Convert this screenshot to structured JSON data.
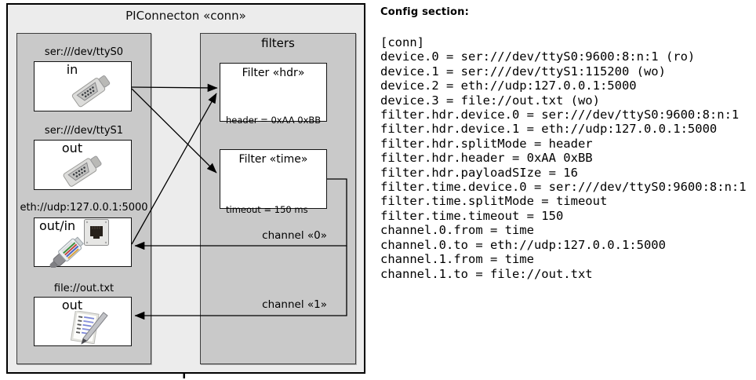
{
  "diagram": {
    "title": "PIConnecton «conn»",
    "filters_panel_title": "filters",
    "devices": [
      {
        "label": "ser:///dev/ttyS0",
        "direction": "in"
      },
      {
        "label": "ser:///dev/ttyS1",
        "direction": "out"
      },
      {
        "label": "eth://udp:127.0.0.1:5000",
        "direction": "out/in"
      },
      {
        "label": "file://out.txt",
        "direction": "out"
      }
    ],
    "filters": [
      {
        "title": "Filter «hdr»",
        "props": [
          "header = 0xAA 0xBB",
          "payloadSize = 16"
        ]
      },
      {
        "title": "Filter «time»",
        "props": [
          "timeout = 150 ms"
        ]
      }
    ],
    "channels": [
      {
        "label": "channel «0»"
      },
      {
        "label": "channel «1»"
      }
    ]
  },
  "config": {
    "heading": "Config section:",
    "lines": [
      "[conn]",
      "device.0 = ser:///dev/ttyS0:9600:8:n:1 (ro)",
      "device.1 = ser:///dev/ttyS1:115200 (wo)",
      "device.2 = eth://udp:127.0.0.1:5000",
      "device.3 = file://out.txt (wo)",
      "filter.hdr.device.0 = ser:///dev/ttyS0:9600:8:n:1",
      "filter.hdr.device.1 = eth://udp:127.0.0.1:5000",
      "filter.hdr.splitMode = header",
      "filter.hdr.header = 0xAA 0xBB",
      "filter.hdr.payloadSIze = 16",
      "filter.time.device.0 = ser:///dev/ttyS0:9600:8:n:1",
      "filter.time.splitMode = timeout",
      "filter.time.timeout = 150",
      "channel.0.from = time",
      "channel.0.to = eth://udp:127.0.0.1:5000",
      "channel.1.from = time",
      "channel.1.to = file://out.txt"
    ]
  },
  "colors": {
    "outer_box_bg": "#ececec",
    "panel_gray": "#c9c9c9",
    "box_bg": "#ffffff",
    "line_color": "#000000"
  }
}
